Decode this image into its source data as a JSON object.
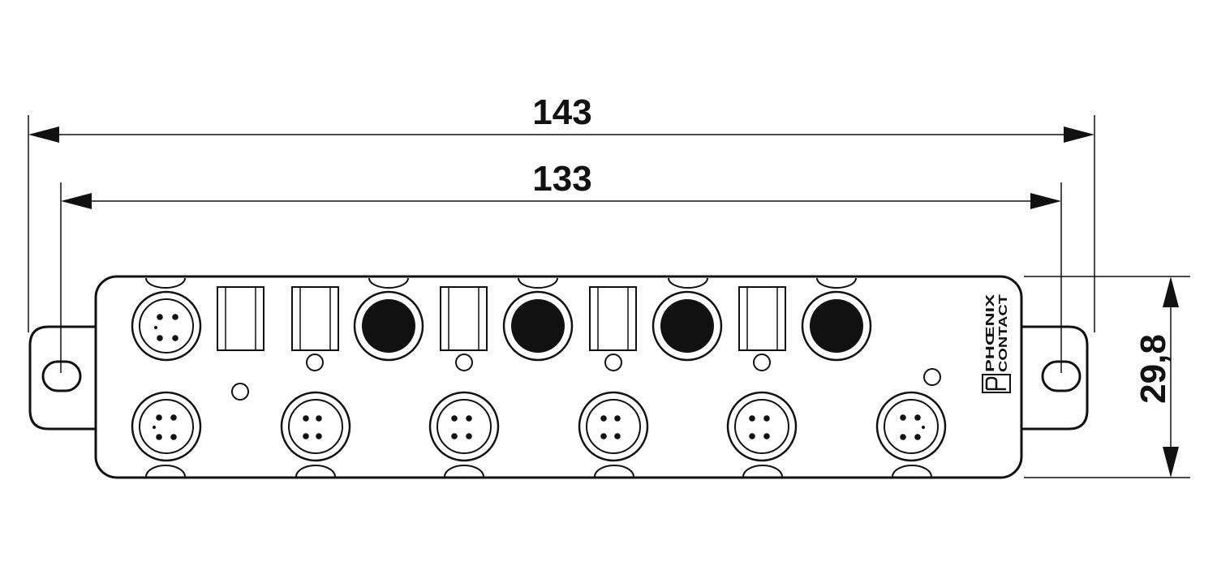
{
  "dimensions": {
    "overall_width": "143",
    "hole_spacing": "133",
    "height": "29,8"
  },
  "logo": {
    "line1": "PHŒNIX",
    "line2": "CONTACT"
  },
  "colors": {
    "line": "#111111",
    "background": "#ffffff",
    "plug_fill": "#111111"
  }
}
